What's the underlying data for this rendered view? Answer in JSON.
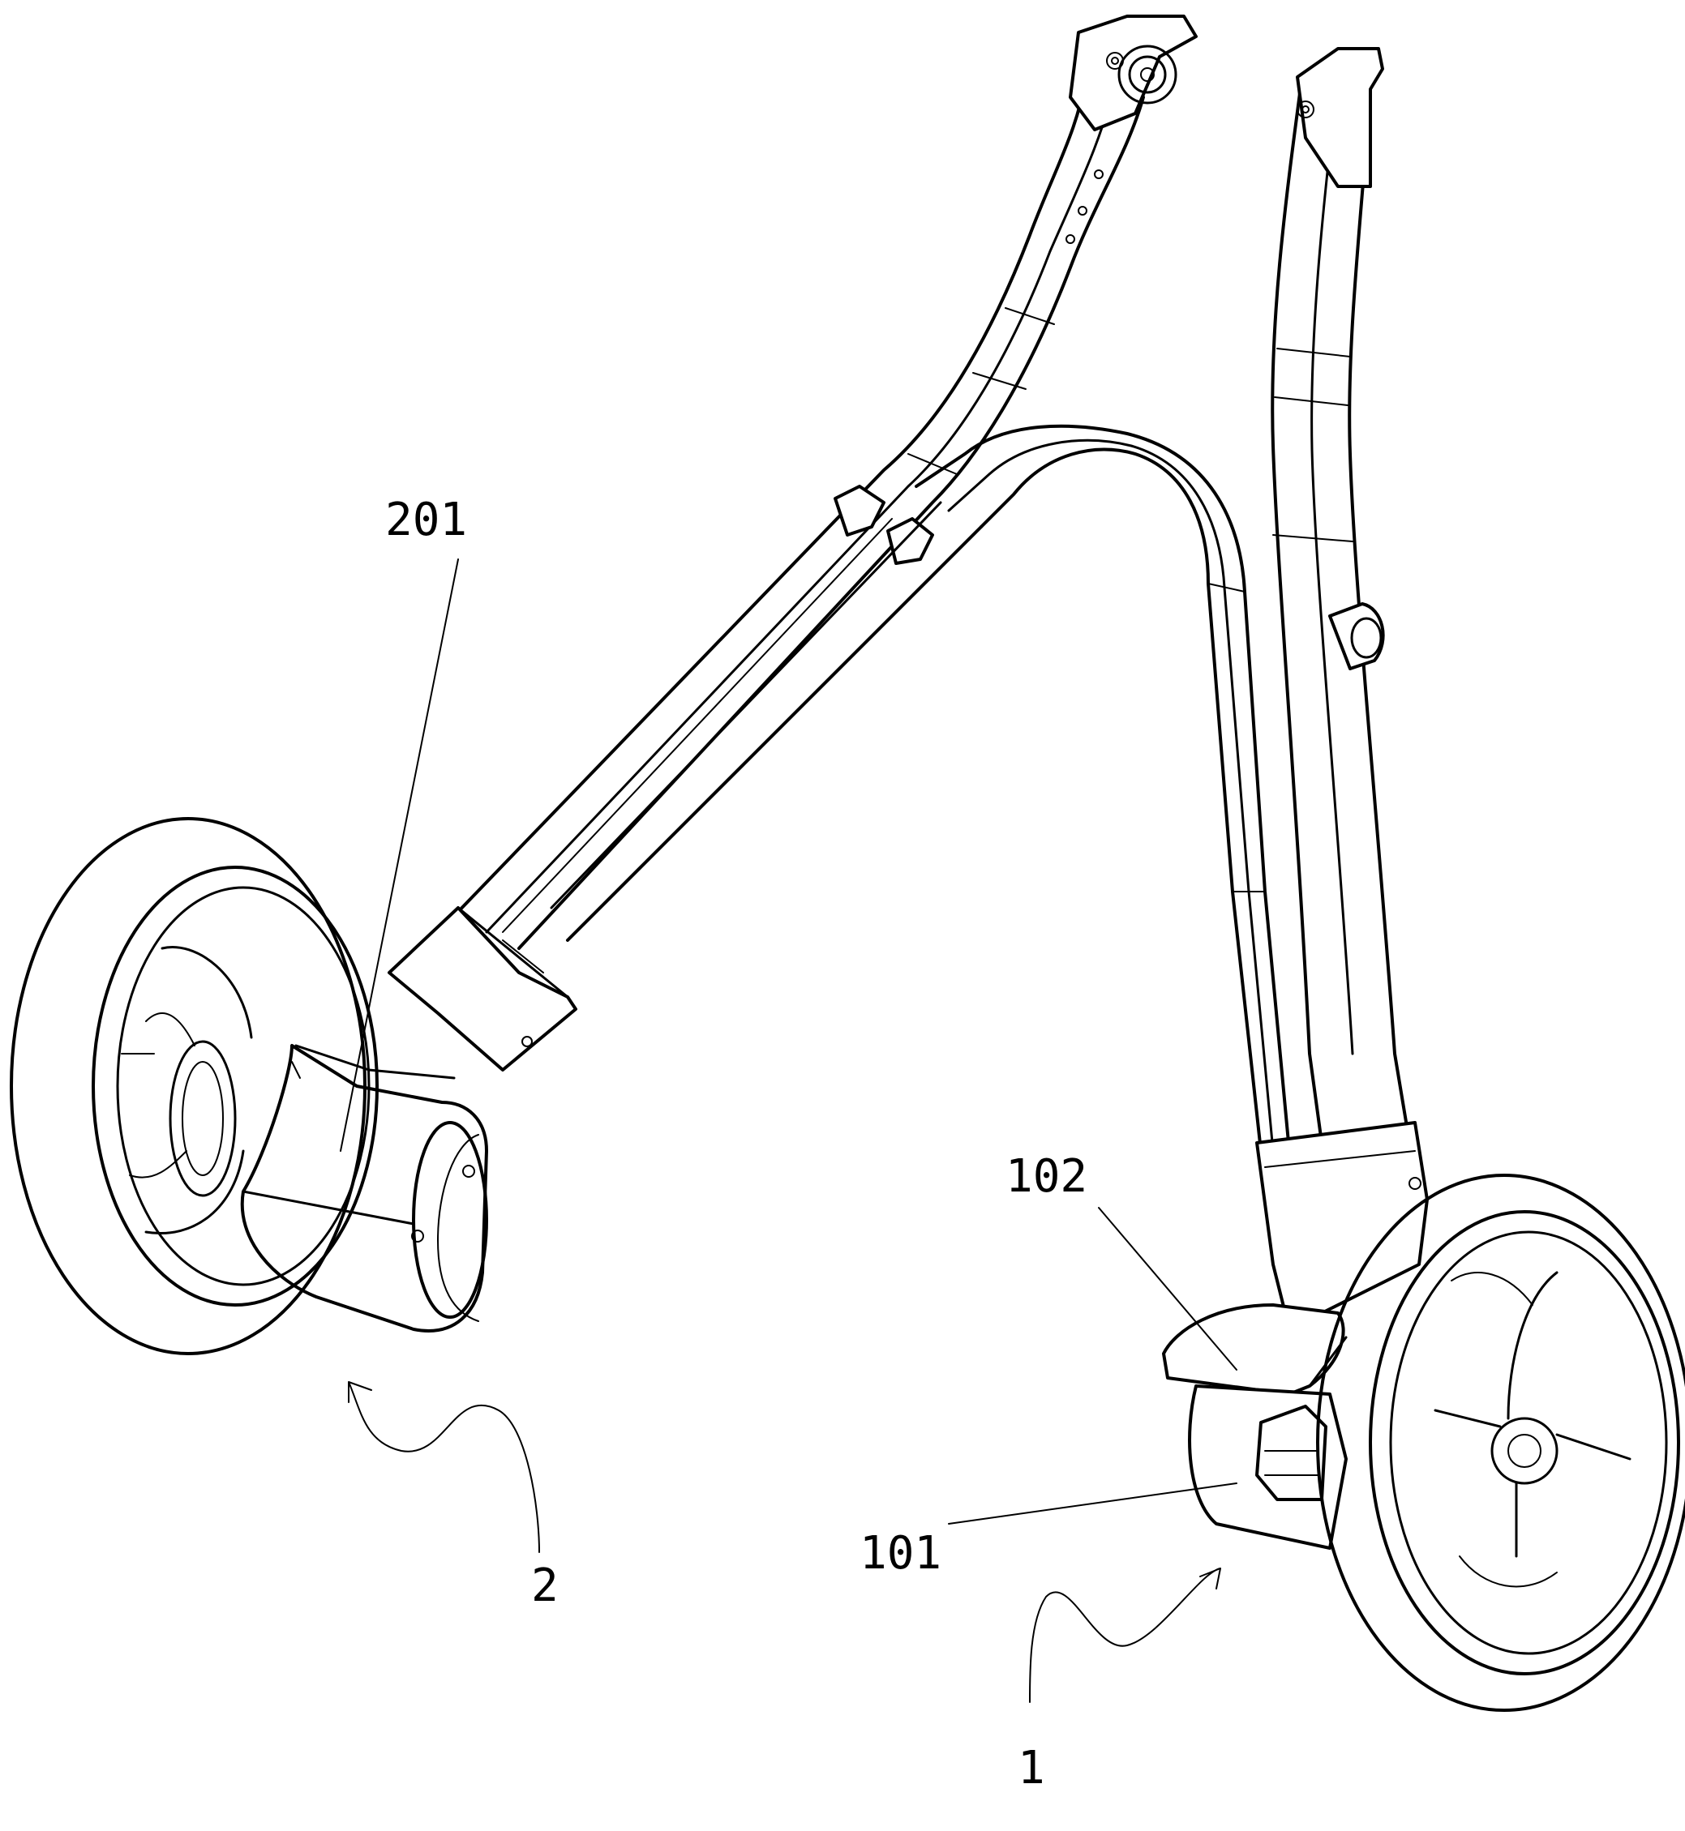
{
  "figure": {
    "labels": {
      "assembly_1": "1",
      "assembly_2": "2",
      "part_101": "101",
      "part_102": "102",
      "part_201": "201"
    },
    "background": "#ffffff",
    "line_color": "#000000"
  }
}
